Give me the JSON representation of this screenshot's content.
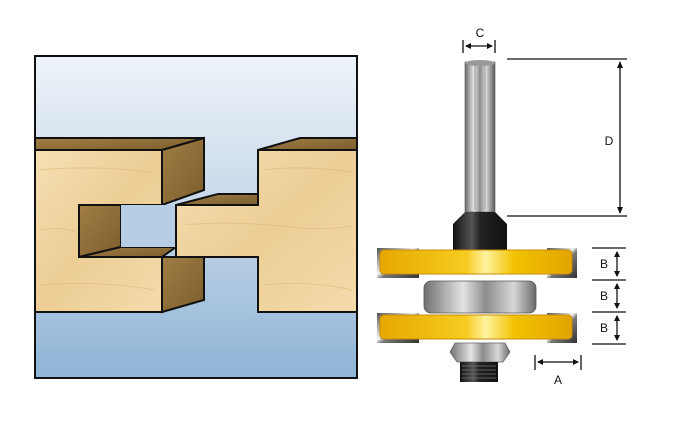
{
  "diagram": {
    "title": "Tongue and groove router bit with joint illustration",
    "joint_panel": {
      "description": "Tongue and groove wood joint",
      "colors": {
        "sky_top": "#e6eef6",
        "sky_bottom": "#8fb4d6",
        "wood_light": "#f1d7a4",
        "wood_dark": "#8a6a35",
        "outline": "#111111"
      }
    },
    "router_bit": {
      "colors": {
        "cutter_yellow": "#f2c200",
        "shank": "#b8b8b8",
        "bearing": "#9a9a9a"
      },
      "dimensions": {
        "c_label": "C",
        "d_label": "D",
        "b_labels": [
          "B",
          "B",
          "B"
        ],
        "a_label": "A"
      }
    }
  }
}
